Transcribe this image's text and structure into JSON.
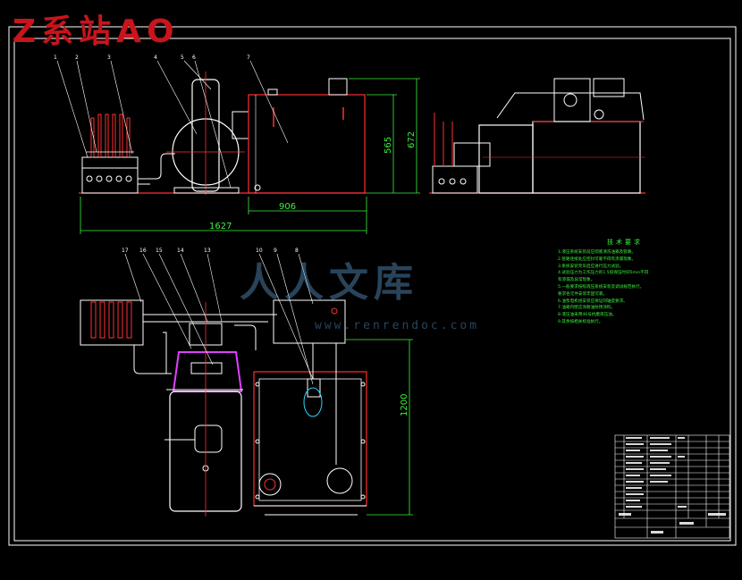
{
  "brand": {
    "text": "Z系站AO",
    "color": "#c8141c"
  },
  "watermark": {
    "text": "人人文库",
    "url": "www.renrendoc.com"
  },
  "dimensions": {
    "length_total": "1627",
    "length_tank": "906",
    "height_tank": "565",
    "height_total": "672",
    "depth_plan": "1200"
  },
  "part_numbers": {
    "front_view": [
      "1",
      "2",
      "3",
      "4",
      "5",
      "6",
      "7"
    ],
    "plan_view": [
      "17",
      "16",
      "15",
      "14",
      "13",
      "10",
      "9",
      "8"
    ]
  },
  "technical_requirements": {
    "title": "技术要求",
    "lines": [
      "1.液压系统安装前应彻底清洗油箱及管路。",
      "2.管路连接处应密封可靠不得有渗漏现象。",
      "3.系统安装完毕后应进行压力试验。",
      "4.试验压力为工作压力的1.5倍保压时间5min不得",
      "   有渗漏及异常现象。",
      "",
      "5.一般要求按照液压系统安装及调试规范执行。",
      "   要求各元件安装牢固可靠。",
      "6.油泵电机组安装应保证同轴度要求。",
      "7.油箱内壁应涂耐油防锈涂料。",
      "8.液压油采用46号抗磨液压油。",
      "9.其余按相关标准执行。"
    ]
  },
  "colors": {
    "frame": "#ffffff",
    "outline": "#ff3030",
    "dimension": "#3cf03c",
    "centerline": "#ff3030",
    "component": "#ffffff",
    "cover": "#e040ff",
    "ellipse": "#30d0ff",
    "notes": "#3cf03c"
  }
}
